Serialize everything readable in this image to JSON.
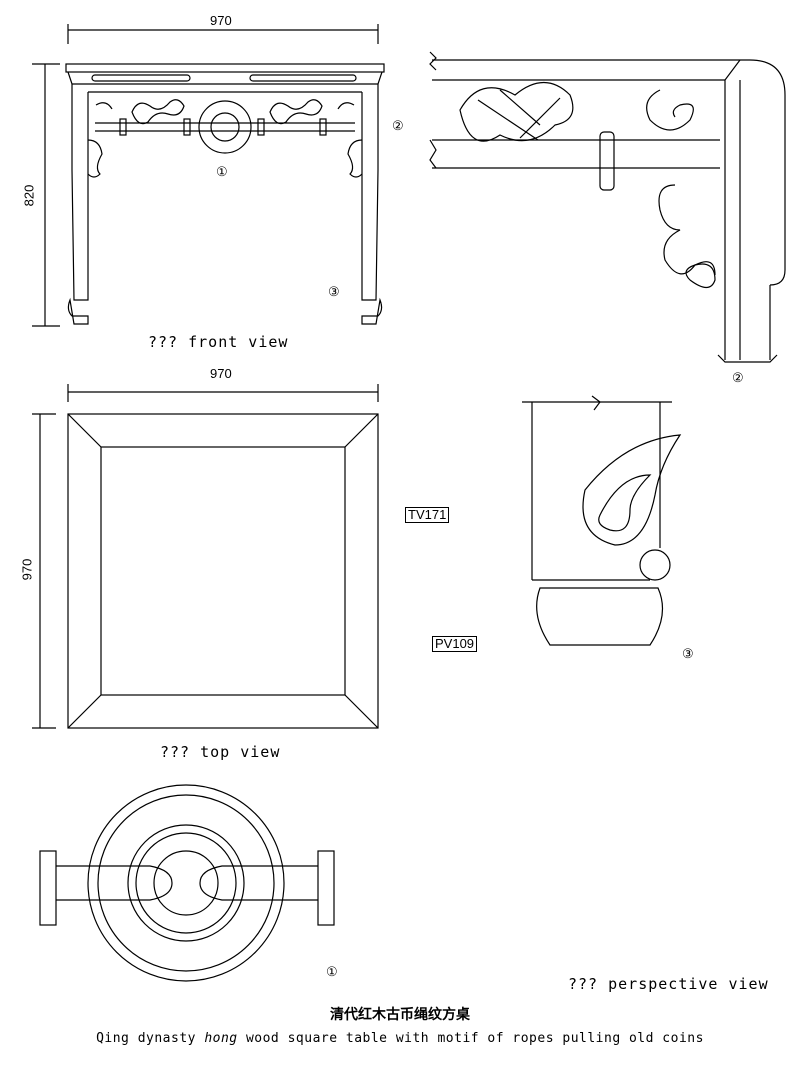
{
  "front_view": {
    "label": "??? front view",
    "width_dim": "970",
    "height_dim": "820"
  },
  "top_view": {
    "label": "??? top view",
    "width_dim": "970",
    "height_dim": "970"
  },
  "perspective_view": {
    "label": "??? perspective view"
  },
  "detail_markers": {
    "m1": "①",
    "m2": "②",
    "m3": "③"
  },
  "tags": {
    "tv": "TV171",
    "pv": "PV109"
  },
  "title": {
    "cn": "清代红木古币绳纹方桌",
    "en_prefix": "Qing dynasty ",
    "en_italic": "hong",
    "en_suffix": " wood square table with motif of ropes pulling old coins"
  }
}
